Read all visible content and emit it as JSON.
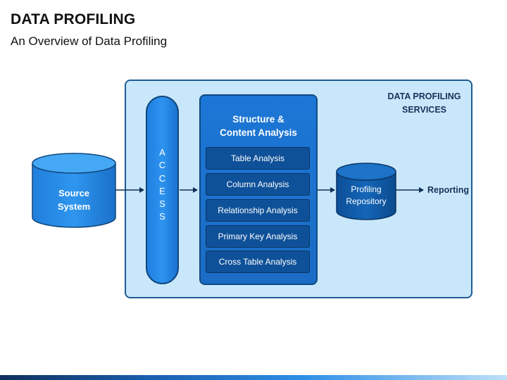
{
  "header": {
    "title": "DATA PROFILING",
    "subtitle": "An Overview of Data Profiling"
  },
  "diagram": {
    "source": {
      "line1": "Source",
      "line2": "System"
    },
    "access_letters": [
      "A",
      "C",
      "C",
      "E",
      "S",
      "S"
    ],
    "services_label": {
      "line1": "DATA PROFILING",
      "line2": "SERVICES"
    },
    "analysis": {
      "title_line1": "Structure &",
      "title_line2": "Content Analysis",
      "items": [
        "Table Analysis",
        "Column  Analysis",
        "Relationship Analysis",
        "Primary Key Analysis",
        "Cross  Table Analysis"
      ]
    },
    "repository": {
      "line1": "Profiling",
      "line2": "Repository"
    },
    "reporting": "Reporting"
  },
  "colors": {
    "panel_fill": "#c9e7fb",
    "panel_border": "#1f5b93",
    "accent_blue": "#1d77d6",
    "dark_blue": "#0f5199",
    "cylinder_blue": "#2b8fe8",
    "repository_blue": "#0e5aa8"
  }
}
